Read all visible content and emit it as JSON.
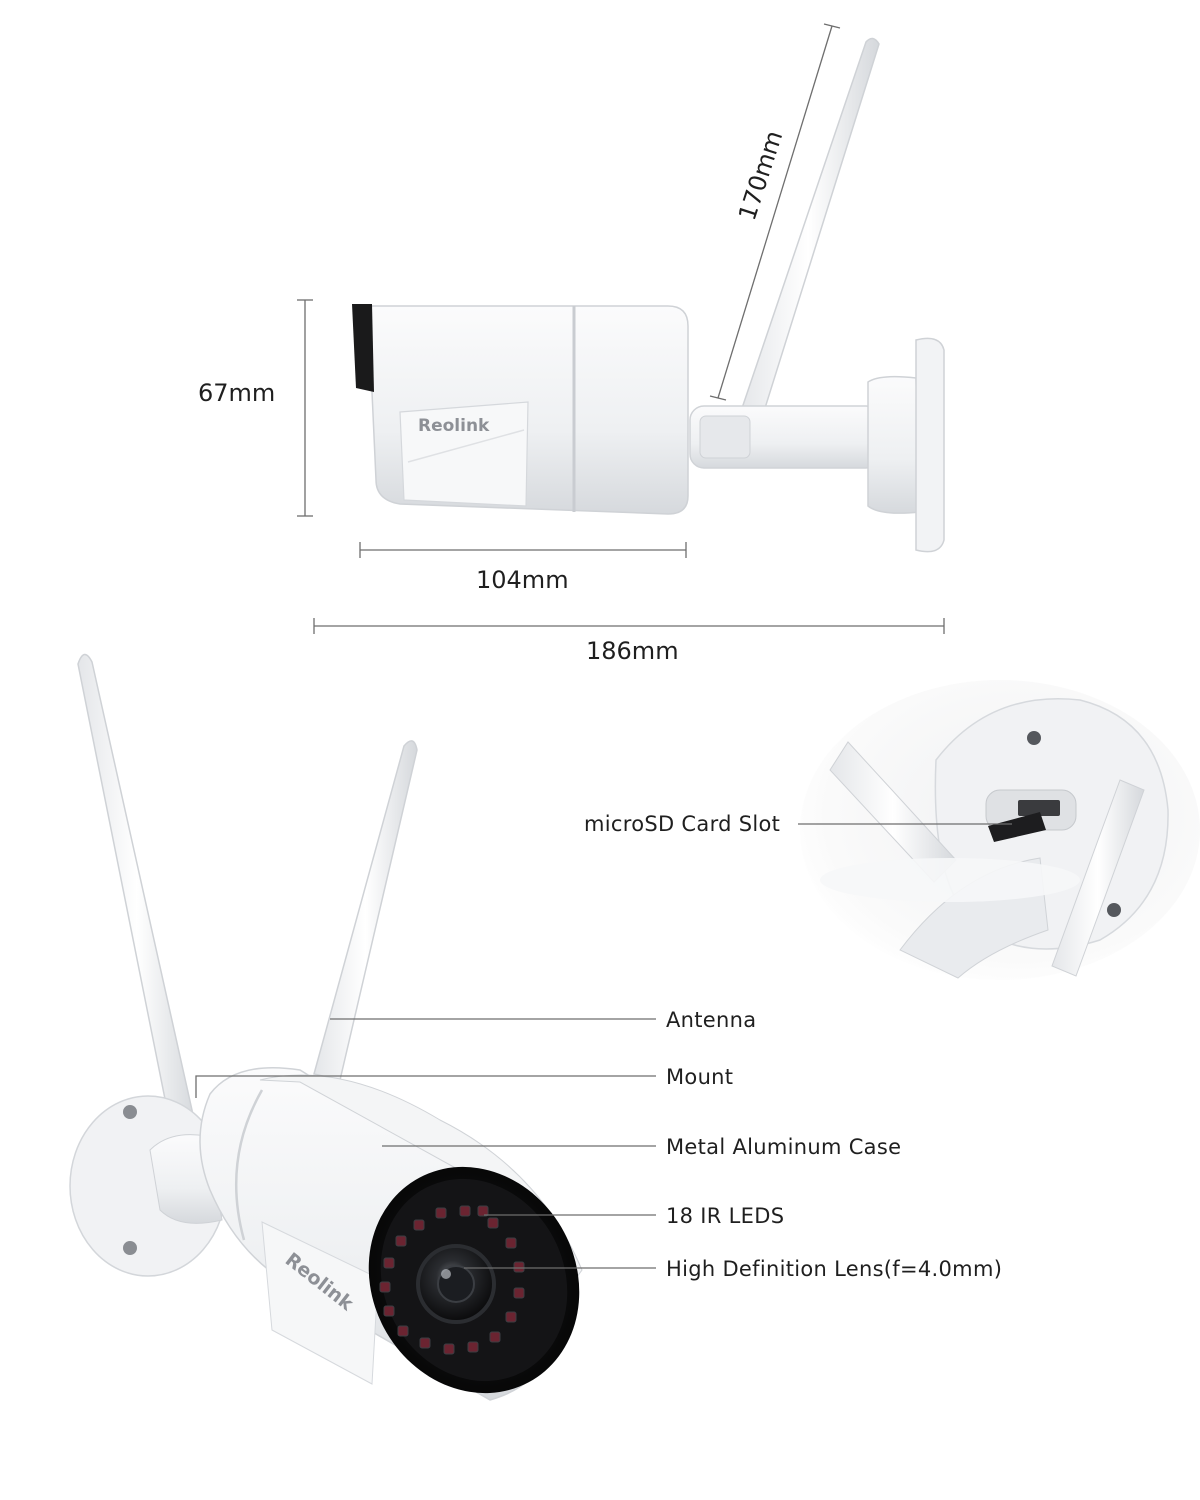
{
  "dimensions": {
    "height_label": "67mm",
    "body_length_label": "104mm",
    "total_length_label": "186mm",
    "antenna_length_label": "170mm"
  },
  "brand": {
    "logo_text": "Reolink"
  },
  "callouts": {
    "microsd": "microSD Card Slot",
    "antenna": "Antenna",
    "mount": "Mount",
    "case": "Metal Aluminum Case",
    "ir_leds": "18 IR LEDS",
    "lens": "High Definition Lens(f=4.0mm)"
  },
  "colors": {
    "body": "#f4f5f6",
    "shadow": "#d9dbde",
    "bezel": "#111111",
    "led": "#7a2a35",
    "line": "#6e6e6e"
  }
}
